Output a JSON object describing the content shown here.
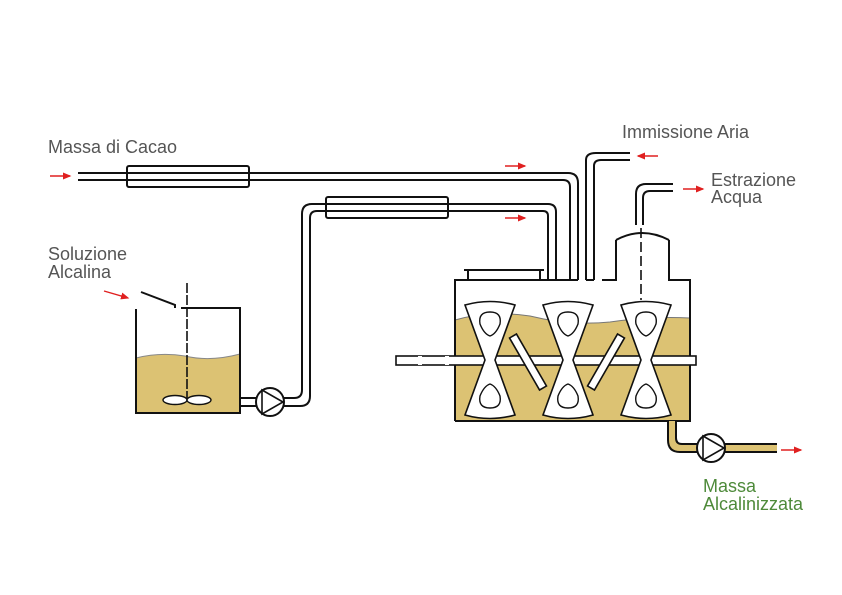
{
  "labels": {
    "cocoa_mass": "Massa di Cacao",
    "alkaline_solution_line1": "Soluzione",
    "alkaline_solution_line2": "Alcalina",
    "air_intake": "Immissione Aria",
    "water_extraction_line1": "Estrazione",
    "water_extraction_line2": "Acqua",
    "alkalized_mass_line1": "Massa",
    "alkalized_mass_line2": "Alcalinizzata"
  },
  "colors": {
    "liquid": "#dcc273",
    "line": "#111111",
    "flow_arrow": "#e02020",
    "label_text": "#555555",
    "output_label": "#4e8a3a"
  },
  "icons": [
    "flow-arrow",
    "pump-icon",
    "agitator-icon",
    "mixing-paddle-icon"
  ]
}
